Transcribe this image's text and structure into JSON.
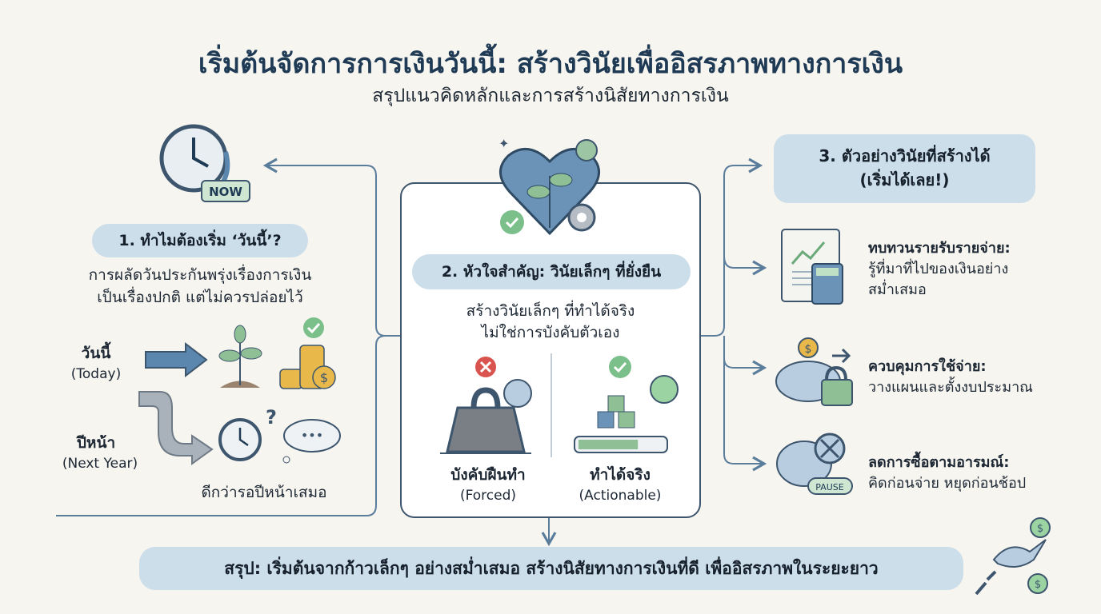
{
  "header": {
    "title": "เริ่มต้นจัดการการเงินวันนี้: สร้างวินัยเพื่ออิสรภาพทางการเงิน",
    "subtitle": "สรุปแนวคิดหลักและการสร้างนิสัยทางการเงิน"
  },
  "section1": {
    "badge": "NOW",
    "heading": "1. ทำไมต้องเริ่ม ‘วันนี้’?",
    "desc_line1": "การผลัดวันประกันพรุ่งเรื่องการเงิน",
    "desc_line2": "เป็นเรื่องปกติ แต่ไม่ควรปล่อยไว้",
    "today_th": "วันนี้",
    "today_en": "(Today)",
    "next_th": "ปีหน้า",
    "next_en": "(Next Year)",
    "caption": "ดีกว่ารอปีหน้าเสมอ"
  },
  "section2": {
    "heading": "2. หัวใจสำคัญ: วินัยเล็กๆ ที่ยั่งยืน",
    "desc_line1": "สร้างวินัยเล็กๆ ที่ทำได้จริง",
    "desc_line2": "ไม่ใช่การบังคับตัวเอง",
    "forced_th": "บังคับฝืนทำ",
    "forced_en": "(Forced)",
    "actionable_th": "ทำได้จริง",
    "actionable_en": "(Actionable)",
    "progress_fraction": 0.7
  },
  "section3": {
    "heading_line1": "3. ตัวอย่างวินัยที่สร้างได้",
    "heading_line2": "(เริ่มได้เลย!)",
    "items": [
      {
        "title": "ทบทวนรายรับรายจ่าย:",
        "desc_line1": "รู้ที่มาที่ไปของเงินอย่าง",
        "desc_line2": "สม่ำเสมอ",
        "icon": "ledger-calculator-icon"
      },
      {
        "title": "ควบคุมการใช้จ่าย:",
        "desc_line1": "วางแผนและตั้งงบประมาณ",
        "icon": "piggy-bank-lock-icon"
      },
      {
        "title": "ลดการซื้อตามอารมณ์:",
        "desc_line1": "คิดก่อนจ่าย หยุดก่อนช้อป",
        "icon": "brain-pause-icon",
        "pause_label": "PAUSE"
      }
    ]
  },
  "summary": "สรุป: เริ่มต้นจากก้าวเล็กๆ อย่างสม่ำเสมอ สร้างนิสัยทางการเงินที่ดี เพื่ออิสรภาพในระยะยาว",
  "colors": {
    "navy": "#1f3a55",
    "pill": "#cddeeb",
    "green": "#6aaa7a",
    "red": "#d9534f",
    "blue": "#5b86ad",
    "gold": "#e8b84a"
  }
}
